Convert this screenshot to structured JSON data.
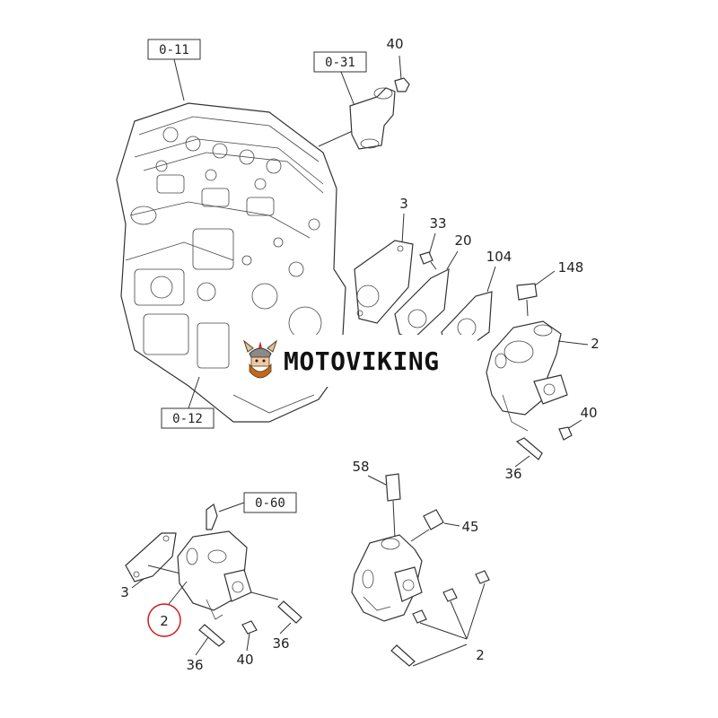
{
  "ref_boxes": {
    "engine_top": "0-11",
    "outlet": "0-31",
    "engine_bottom": "0-12",
    "sensor": "0-60"
  },
  "callouts": {
    "n40_top": "40",
    "n3_gasket": "3",
    "n33": "33",
    "n20": "20",
    "n104": "104",
    "n148": "148",
    "n2_right": "2",
    "n40_right": "40",
    "n36_right": "36",
    "n58": "58",
    "n45": "45",
    "n2_bottom_right": "2",
    "n3_left": "3",
    "n2_circled": "2",
    "n36_mid": "36",
    "n40_bottom": "40",
    "n36_left": "36"
  },
  "watermark": {
    "text": "MOTOVIKING",
    "logo_icon": "viking-mascot-icon"
  },
  "colors": {
    "highlight_circle": "#d11a1a",
    "line": "#333333"
  }
}
